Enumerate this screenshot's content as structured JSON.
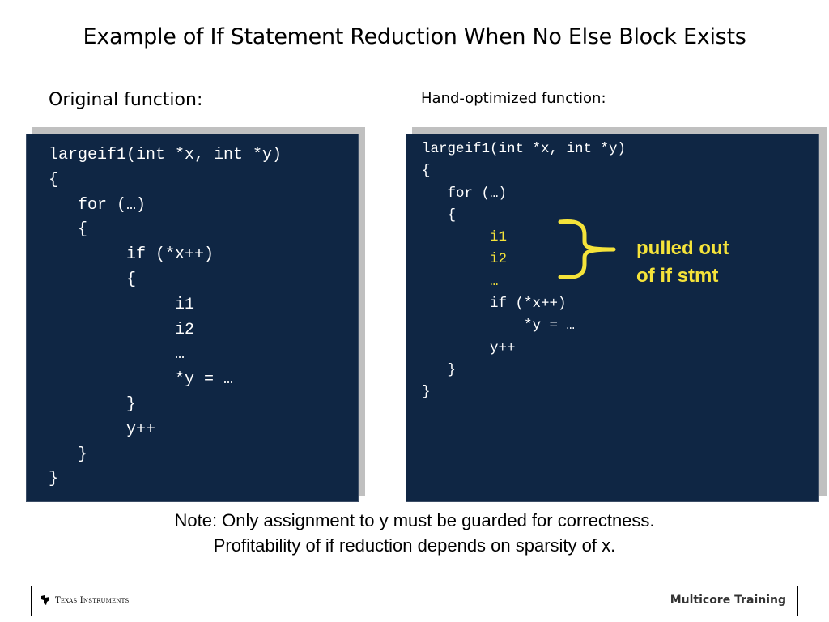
{
  "slide": {
    "title": "Example of If Statement Reduction When No Else Block Exists",
    "left_label": "Original function:",
    "right_label": "Hand-optimized function:"
  },
  "original_code": [
    "largeif1(int *x, int *y)",
    "{",
    "   for (…)",
    "   {",
    "        if (*x++)",
    "        {",
    "             i1",
    "             i2",
    "             …",
    "             *y = …",
    "        }",
    "        y++",
    "   }",
    "}"
  ],
  "optimized_code": {
    "line0": "largeif1(int *x, int *y)",
    "line1": "{",
    "line2": "   for (…)",
    "line3": "   {",
    "indent4": "        ",
    "hl1": "i1",
    "hl2": "i2",
    "hl3": "…",
    "line7": "        if (*x++)",
    "line8": "            *y = …",
    "line9": "        y++",
    "line10": "   }",
    "line11": "}"
  },
  "callout": {
    "line1": "pulled out",
    "line2": "of if stmt"
  },
  "note": {
    "line1": "Note: Only assignment to y must be guarded for correctness.",
    "line2": "Profitability of if reduction depends on sparsity of x."
  },
  "footer": {
    "logo_text": "Texas Instruments",
    "right_text": "Multicore Training"
  },
  "colors": {
    "panel_bg": "#0f2644",
    "highlight": "#f5e33a"
  }
}
